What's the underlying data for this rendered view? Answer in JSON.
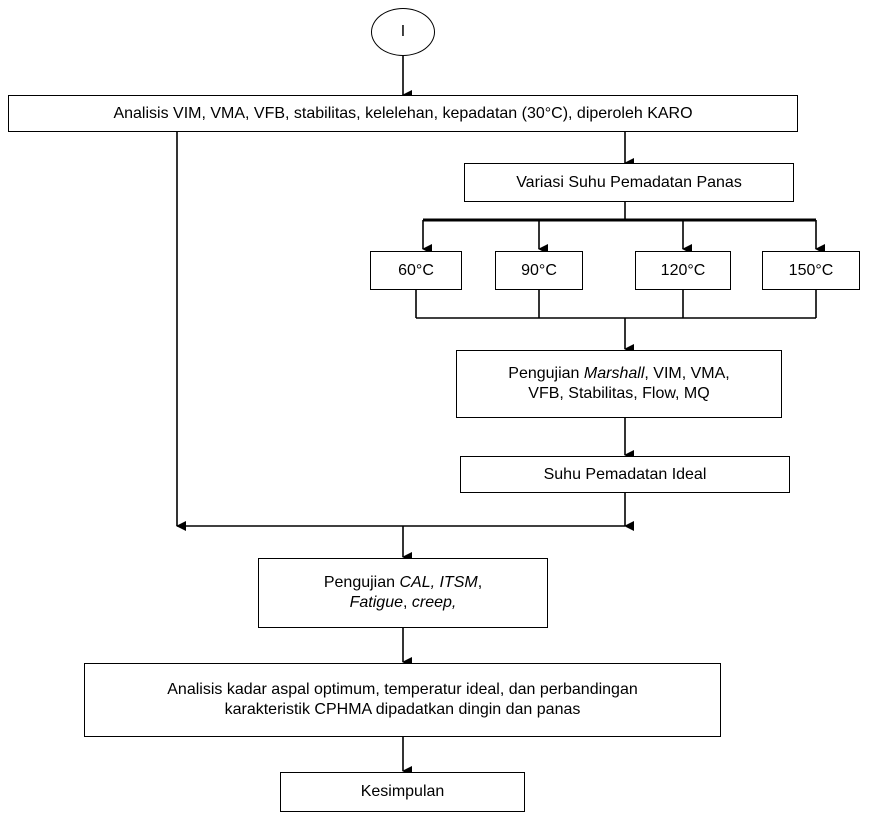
{
  "connector": {
    "label": "I"
  },
  "nodes": {
    "analysis_top": {
      "text": "Analisis VIM, VMA, VFB, stabilitas, kelelehan, kepadatan (30°C), diperoleh KARO"
    },
    "variasi": {
      "text": "Variasi Suhu Pemadatan Panas"
    },
    "temps": [
      {
        "label": "60°C"
      },
      {
        "label": "90°C"
      },
      {
        "label": "120°C"
      },
      {
        "label": "150°C"
      }
    ],
    "marshall": {
      "line1_pre": "Pengujian ",
      "line1_italic": "Marshall",
      "line1_post": ", VIM, VMA,",
      "line2": "VFB, Stabilitas, Flow, MQ"
    },
    "ideal": {
      "text": "Suhu Pemadatan Ideal"
    },
    "pengujian2": {
      "line1_pre": "Pengujian ",
      "line1_italic": "CAL, ITSM",
      "line1_post": ",",
      "line2_italic1": "Fatigue",
      "line2_sep": ", ",
      "line2_italic2": "creep,"
    },
    "analysis_final": {
      "line1": "Analisis kadar aspal optimum, temperatur ideal, dan perbandingan",
      "line2": "karakteristik CPHMA dipadatkan dingin dan panas"
    },
    "kesimpulan": {
      "text": "Kesimpulan"
    }
  }
}
